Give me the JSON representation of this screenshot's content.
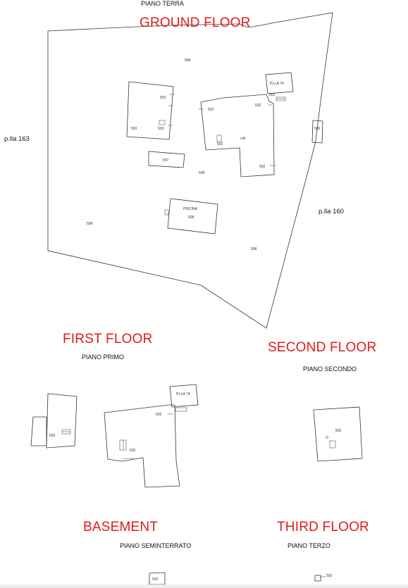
{
  "floors": {
    "ground": {
      "title": "GROUND FLOOR",
      "subtitle": "PIANO TERRA"
    },
    "first": {
      "title": "FIRST FLOOR",
      "subtitle": "PIANO PRIMO"
    },
    "second": {
      "title": "SECOND FLOOR",
      "subtitle": "PIANO SECONDO"
    },
    "basement": {
      "title": "BASEMENT",
      "subtitle": "PIANO SEMINTERRATO"
    },
    "third": {
      "title": "THIRD FLOOR",
      "subtitle": "PIANO TERZO"
    }
  },
  "parcels": {
    "west": "p.lla 163",
    "east": "p.lla 160",
    "ground_pll": "P.LLA 74",
    "first_pll": "P.LLA 74"
  },
  "ground_plan": {
    "lot_top": "508",
    "block_503": "503",
    "block_503_lower": "503",
    "block_503_left": "503",
    "main_502_a": "502",
    "main_502_b": "502",
    "main_502_c": "502",
    "main_502_d": "502",
    "main_502_e": "502",
    "main_cell": "cell",
    "small_505": "505",
    "block_507": "507",
    "lot_center": "508",
    "pool_label": "PISCINA",
    "pool_508": "508",
    "lot_left": "508",
    "lot_bottom": "508"
  },
  "first_plan": {
    "left_503": "503",
    "main_502_a": "502",
    "main_502_b": "502"
  },
  "second_plan": {
    "unit_502": "502"
  },
  "basement_plan": {
    "unit_502": "502"
  },
  "third_plan": {
    "unit_502": "502"
  }
}
